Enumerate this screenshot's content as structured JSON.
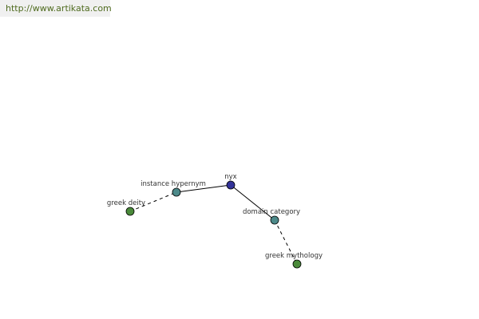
{
  "header": {
    "site_link": "http://www.artikata.com"
  },
  "graph": {
    "nodes": {
      "nyx": {
        "label": "nyx",
        "color": "#333399"
      },
      "instance_hypernym": {
        "label": "instance hypernym",
        "color": "#4d8a8a"
      },
      "greek_deity": {
        "label": "greek deity",
        "color": "#4a8a3a"
      },
      "domain_category": {
        "label": "domain category",
        "color": "#4d8a8a"
      },
      "greek_mythology": {
        "label": "greek mythology",
        "color": "#4a8a3a"
      }
    },
    "edges": [
      {
        "from": "instance_hypernym",
        "to": "nyx",
        "style": "solid"
      },
      {
        "from": "greek_deity",
        "to": "instance_hypernym",
        "style": "dashed"
      },
      {
        "from": "nyx",
        "to": "domain_category",
        "style": "solid"
      },
      {
        "from": "domain_category",
        "to": "greek_mythology",
        "style": "dashed"
      }
    ]
  }
}
